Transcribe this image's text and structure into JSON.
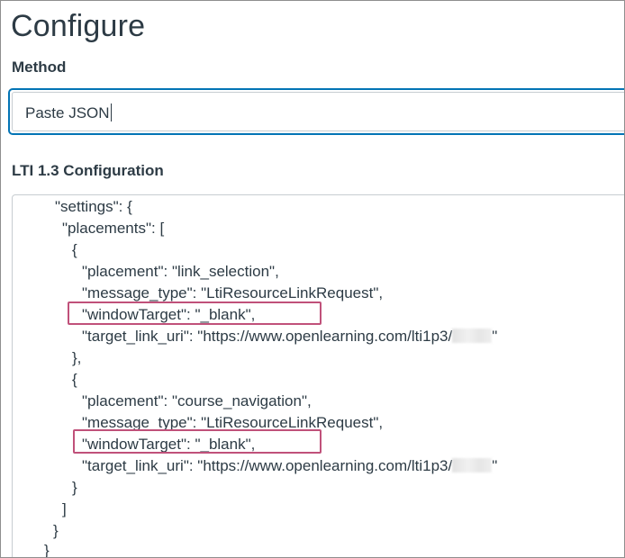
{
  "page": {
    "title": "Configure"
  },
  "method": {
    "label": "Method",
    "value": "Paste JSON"
  },
  "lti": {
    "label": "LTI 1.3 Configuration",
    "lines": [
      "\"settings\": {",
      "\"placements\": [",
      "{",
      "\"placement\": \"link_selection\",",
      "\"message_type\": \"LtiResourceLinkRequest\",",
      "\"windowTarget\": \"_blank\",",
      "\"target_link_uri\": \"https://www.openlearning.com/lti1p3/",
      "\"",
      "},",
      "{",
      "\"placement\": \"course_navigation\",",
      "\"message_type\": \"LtiResourceLinkRequest\",",
      "\"windowTarget\": \"_blank\",",
      "\"target_link_uri\": \"https://www.openlearning.com/lti1p3/",
      "\"",
      "}",
      "]",
      "}",
      "}"
    ]
  },
  "colors": {
    "accent_blue": "#0374b5",
    "highlight": "#c0517a",
    "text": "#2d3b45"
  }
}
